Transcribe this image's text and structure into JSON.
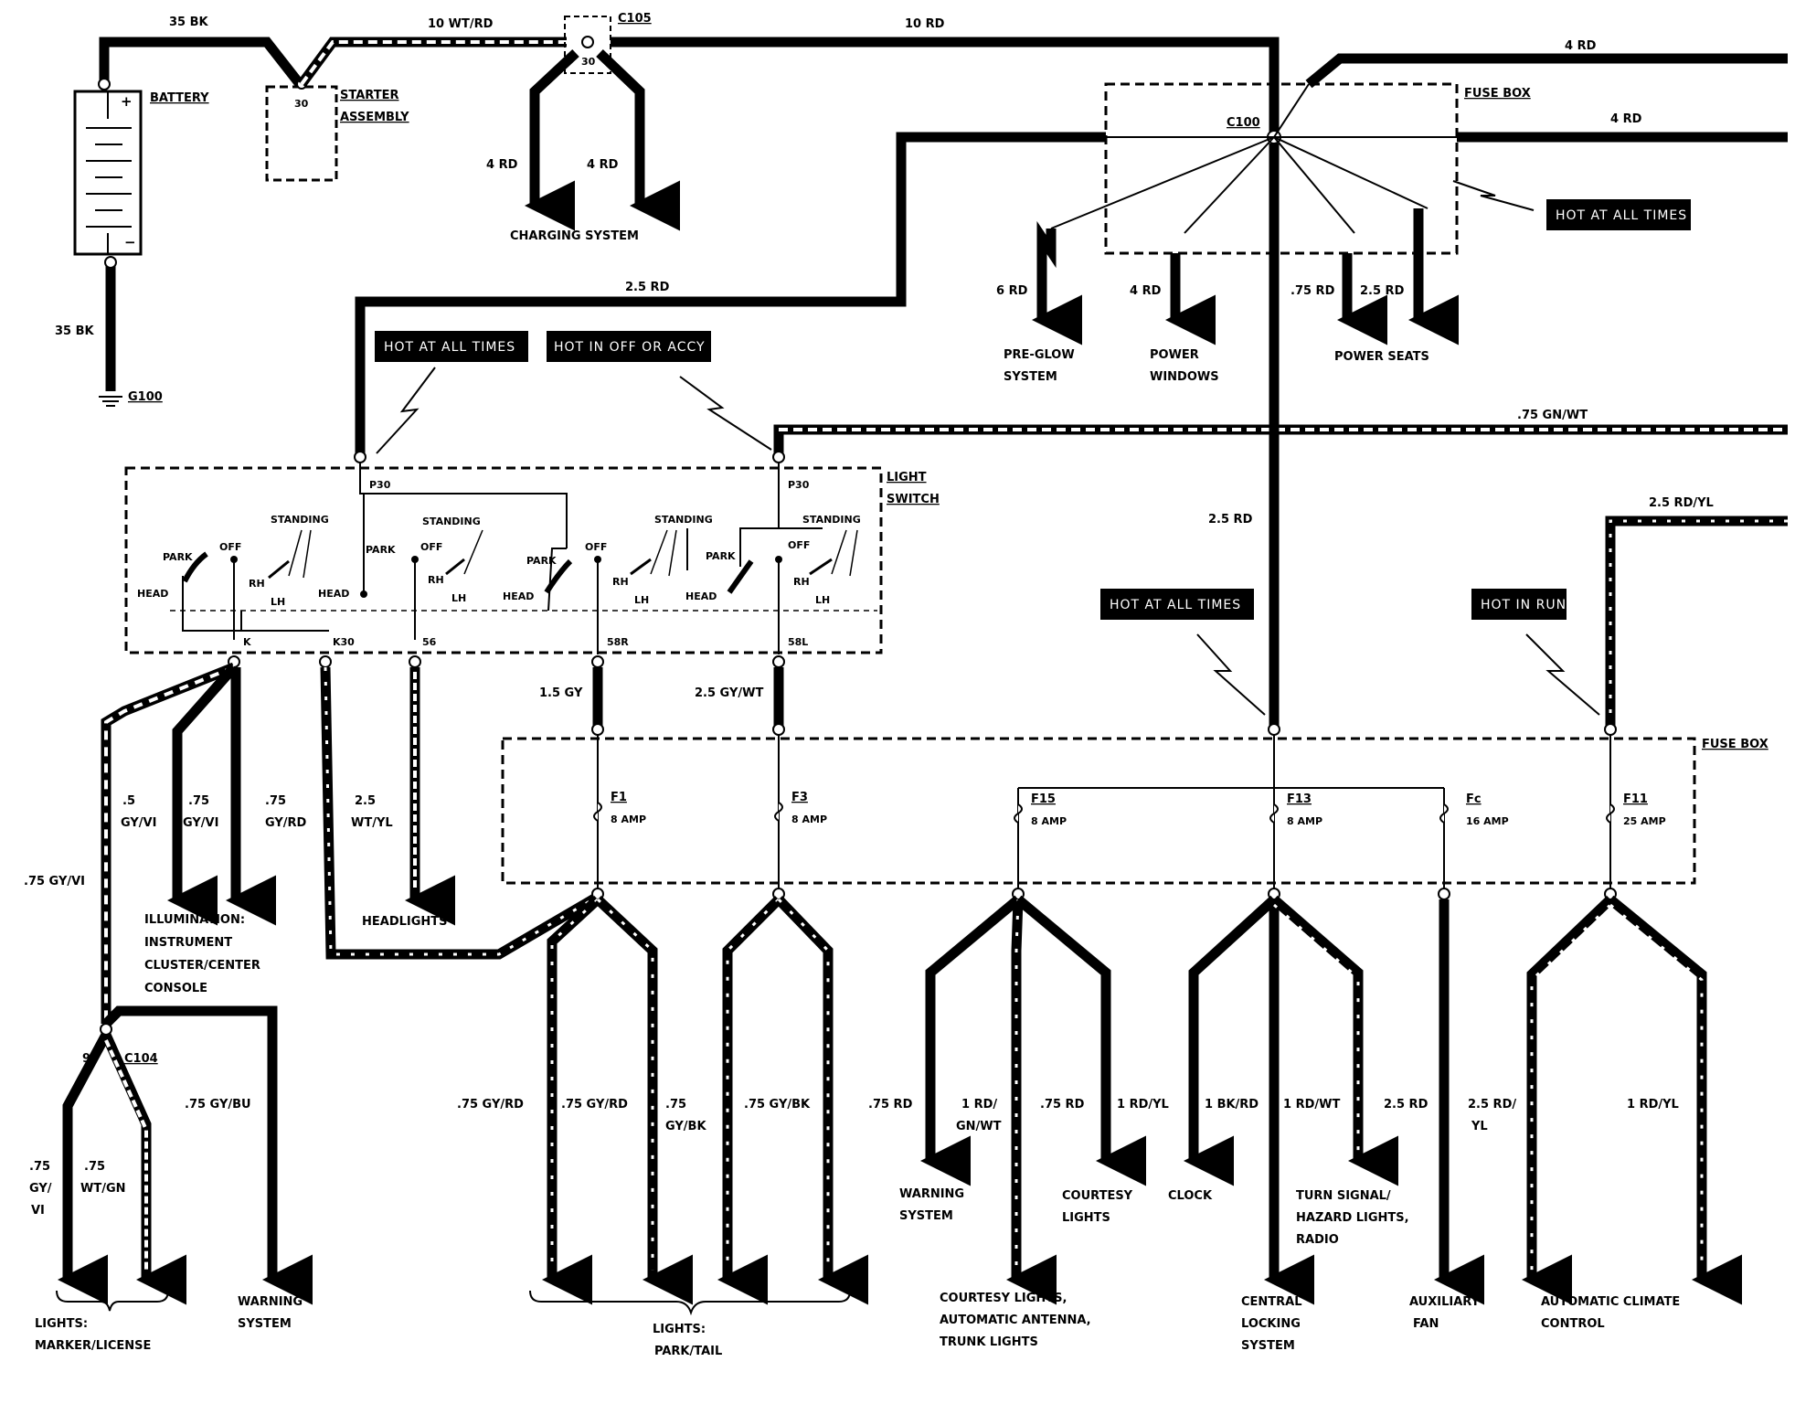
{
  "colors": {
    "ink": "#000000",
    "paper": "#ffffff"
  },
  "battery": {
    "label": "BATTERY",
    "plus": "+",
    "minus": "−"
  },
  "starter": {
    "label_line1": "STARTER",
    "label_line2": "ASSEMBLY",
    "terminal": "30"
  },
  "ground": {
    "label": "G100"
  },
  "connectors": {
    "c105": "C105",
    "c105_pin": "30",
    "c100": "C100",
    "c104": "C104",
    "c104_pin": "9"
  },
  "wires": {
    "w35bk_top": "35 BK",
    "w35bk_left": "35 BK",
    "w10wtrd": "10 WT/RD",
    "w10rd": "10 RD",
    "w4rd_a": "4 RD",
    "w4rd_b": "4 RD",
    "w4rd_right_top": "4 RD",
    "w4rd_right_mid": "4 RD",
    "w25rd_top": "2.5 RD",
    "w6rd": "6 RD",
    "w4rd_pw": "4 RD",
    "w75rd_ps": ".75 RD",
    "w25rd_ps": "2.5 RD",
    "w75gnwt": ".75 GN/WT",
    "w25rd_mid": "2.5 RD",
    "w25rdyl": "2.5 RD/YL",
    "w15gy": "1.5 GY",
    "w25gywt": "2.5 GY/WT",
    "w5gyvi_1": ".5",
    "w5gyvi_2": "GY/VI",
    "w75gyvi_1": ".75",
    "w75gyvi_2": "GY/VI",
    "w75gyrd_1": ".75",
    "w75gyrd_2": "GY/RD",
    "w25wtyl_1": "2.5",
    "w25wtyl_2": "WT/YL",
    "w75gyvi_left": ".75 GY/VI",
    "w75gybu": ".75 GY/BU",
    "w75gyvi_b1": ".75",
    "w75gyvi_b2": "GY/",
    "w75gyvi_b3": "VI",
    "w75wtgn_1": ".75",
    "w75wtgn_2": "WT/GN",
    "pt_1": ".75 GY/RD",
    "pt_2": ".75 GY/RD",
    "pt_3a": ".75",
    "pt_3b": "GY/BK",
    "pt_4": ".75 GY/BK",
    "f15_a": ".75 RD",
    "f15_b1": "1 RD/",
    "f15_b2": "GN/WT",
    "f15_c": ".75 RD",
    "f15_d": "1 RD/YL",
    "f13_a": "1 BK/RD",
    "f13_b": "1 RD/WT",
    "fc_a": "2.5 RD",
    "f11_a1": "2.5 RD/",
    "f11_a2": "YL",
    "f11_b": "1 RD/YL"
  },
  "fusebox_top": {
    "label": "FUSE BOX"
  },
  "fusebox_bottom": {
    "label": "FUSE BOX",
    "fuses": [
      {
        "name": "F1",
        "rating": "8 AMP"
      },
      {
        "name": "F3",
        "rating": "8 AMP"
      },
      {
        "name": "F15",
        "rating": "8 AMP"
      },
      {
        "name": "F13",
        "rating": "8 AMP"
      },
      {
        "name": "Fc",
        "rating": "16 AMP"
      },
      {
        "name": "F11",
        "rating": "25 AMP"
      }
    ]
  },
  "tags": {
    "hot_always_1": "HOT AT ALL TIMES",
    "hot_always_2": "HOT AT ALL TIMES",
    "hot_always_3": "HOT AT ALL TIMES",
    "hot_off_accy": "HOT IN OFF OR ACCY",
    "hot_run": "HOT IN RUN"
  },
  "light_switch": {
    "label_line1": "LIGHT",
    "label_line2": "SWITCH",
    "p30_left": "P30",
    "p30_right": "P30",
    "standing": "STANDING",
    "park": "PARK",
    "off": "OFF",
    "head": "HEAD",
    "rh": "RH",
    "lh": "LH",
    "pin_k": "K",
    "pin_k30": "K30",
    "pin_56": "56",
    "pin_58r": "58R",
    "pin_58l": "58L"
  },
  "destinations": {
    "charging": "CHARGING SYSTEM",
    "preglow_1": "PRE-GLOW",
    "preglow_2": "SYSTEM",
    "pwin_1": "POWER",
    "pwin_2": "WINDOWS",
    "pseats": "POWER SEATS",
    "illum_1": "ILLUMINATION:",
    "illum_2": "INSTRUMENT",
    "illum_3": "CLUSTER/CENTER",
    "illum_4": "CONSOLE",
    "headlights": "HEADLIGHTS",
    "marker_1": "LIGHTS:",
    "marker_2": "MARKER/LICENSE",
    "warn_left_1": "WARNING",
    "warn_left_2": "SYSTEM",
    "parktail_1": "LIGHTS:",
    "parktail_2": "PARK/TAIL",
    "warn_right_1": "WARNING",
    "warn_right_2": "SYSTEM",
    "courtesy_1": "COURTESY",
    "courtesy_2": "LIGHTS",
    "courtesy_ant_1": "COURTESY LIGHTS,",
    "courtesy_ant_2": "AUTOMATIC ANTENNA,",
    "courtesy_ant_3": "TRUNK LIGHTS",
    "clock": "CLOCK",
    "turn_1": "TURN SIGNAL/",
    "turn_2": "HAZARD LIGHTS,",
    "turn_3": "RADIO",
    "central_1": "CENTRAL",
    "central_2": "LOCKING",
    "central_3": "SYSTEM",
    "aux_1": "AUXILIARY",
    "aux_2": "FAN",
    "climate_1": "AUTOMATIC CLIMATE",
    "climate_2": "CONTROL"
  }
}
